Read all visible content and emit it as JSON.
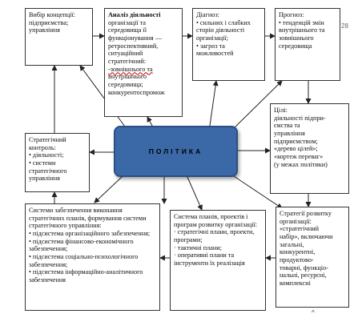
{
  "page_number": "28",
  "center_label": "ПОЛІТИКА",
  "box1": {
    "title": "Вибір концепції:",
    "lines": [
      "підприємства;",
      "управління"
    ]
  },
  "box2": {
    "title": "Аналіз діяльності",
    "lines": [
      "організації та",
      "середовища її",
      "функціонування —",
      "ретроспективний,",
      "ситуаційний",
      "стратегічний:",
      "-зовнішнього та",
      "внутрішнього",
      "середовища;",
      "конкурентоспромож"
    ]
  },
  "box3": {
    "title": "Діагноз:",
    "items": [
      "сильних і слабких сторін діяльності організації;",
      "загроз та можливостей"
    ]
  },
  "box4": {
    "title": "Прогноз:",
    "items": [
      "тенденцій змін внутрішнього та зовнішнього середовища"
    ]
  },
  "box5": {
    "title": "Цілі:",
    "lines": [
      "діяльності підпри-",
      "ємства та",
      "управління",
      "підприємством;",
      "«дерево цілей»;",
      "«кортеж переваг»",
      "(у межах політики)"
    ]
  },
  "box6": {
    "title": "Стратегічний контроль:",
    "items": [
      "діяльності;",
      "системи стратегічного управління"
    ]
  },
  "box7": {
    "title": "Системи забезпечення виконання стратегічних планів, формування системи стратегічного управління:",
    "items": [
      "підсистема організаційного забезпечення;",
      "підсистема фінансово-економічного забезпечення;",
      "підсистема соціально-психологічного забезпечення;",
      "підсистема інформаційно-аналітичного забезпечення"
    ]
  },
  "box8": {
    "title": "Система планів, проектів і програм розвитку організації:",
    "items": [
      "стратегічні плани, проекти, програми;",
      "тактичні плани;",
      "оперативні плани та інструменти їх реалізація"
    ]
  },
  "box9": {
    "title": "Стратегії розвитку організації:",
    "lines": [
      "«стратегічний",
      "набір», включаючи",
      "загальні,",
      "конкурентні,",
      "продуктово-",
      "товарні, функціо-",
      "нальні, ресурсні,",
      "комплексні"
    ]
  },
  "bottom_mark": "^"
}
